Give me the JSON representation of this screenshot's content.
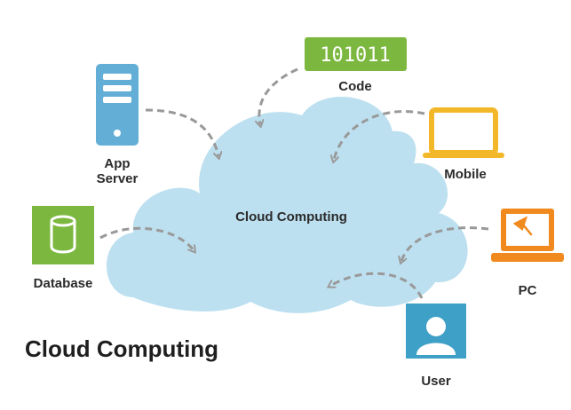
{
  "diagram": {
    "title": "Cloud Computing",
    "center_label": "Cloud Computing",
    "colors": {
      "cloud": "#bde0f0",
      "blue": "#63aed6",
      "green": "#7cb83f",
      "yellow": "#f2b829",
      "orange": "#f08a1e",
      "teal": "#3ea0c6",
      "arrow": "#999999"
    },
    "nodes": {
      "code": {
        "badge": "101011",
        "label": "Code",
        "icon": "code-badge-icon"
      },
      "app_server": {
        "line1": "App",
        "line2": "Server",
        "icon": "server-icon"
      },
      "mobile": {
        "label": "Mobile",
        "icon": "laptop-icon"
      },
      "database": {
        "label": "Database",
        "icon": "database-icon"
      },
      "pc": {
        "label": "PC",
        "icon": "pc-laptop-icon"
      },
      "user": {
        "label": "User",
        "icon": "user-icon"
      }
    }
  }
}
